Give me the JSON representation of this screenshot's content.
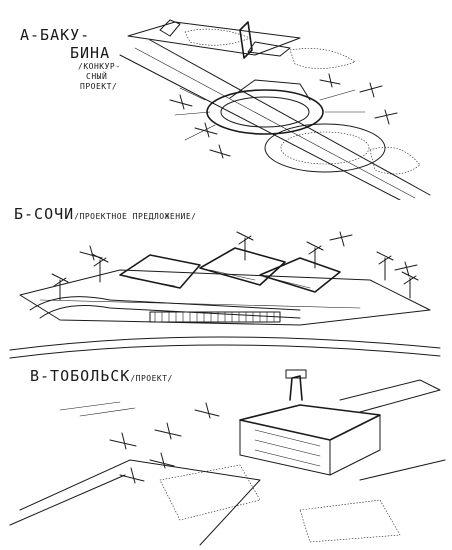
{
  "sections": [
    {
      "id": "baku",
      "title_lines": [
        "А-БАКУ-",
        "БИНА"
      ],
      "note_lines": [
        "/КОНКУР-",
        "СНЫЙ",
        "ПРОЕКТ/"
      ]
    },
    {
      "id": "sochi",
      "title": "Б-СОЧИ",
      "note": "/ПРОЕКТНОЕ ПРЕДЛОЖЕНИЕ/"
    },
    {
      "id": "tobolsk",
      "title": "В-ТОБОЛЬСК",
      "note": "/ПРОЕКТ/"
    }
  ],
  "colors": {
    "ink": "#1a1a1a",
    "paper": "#ffffff"
  }
}
